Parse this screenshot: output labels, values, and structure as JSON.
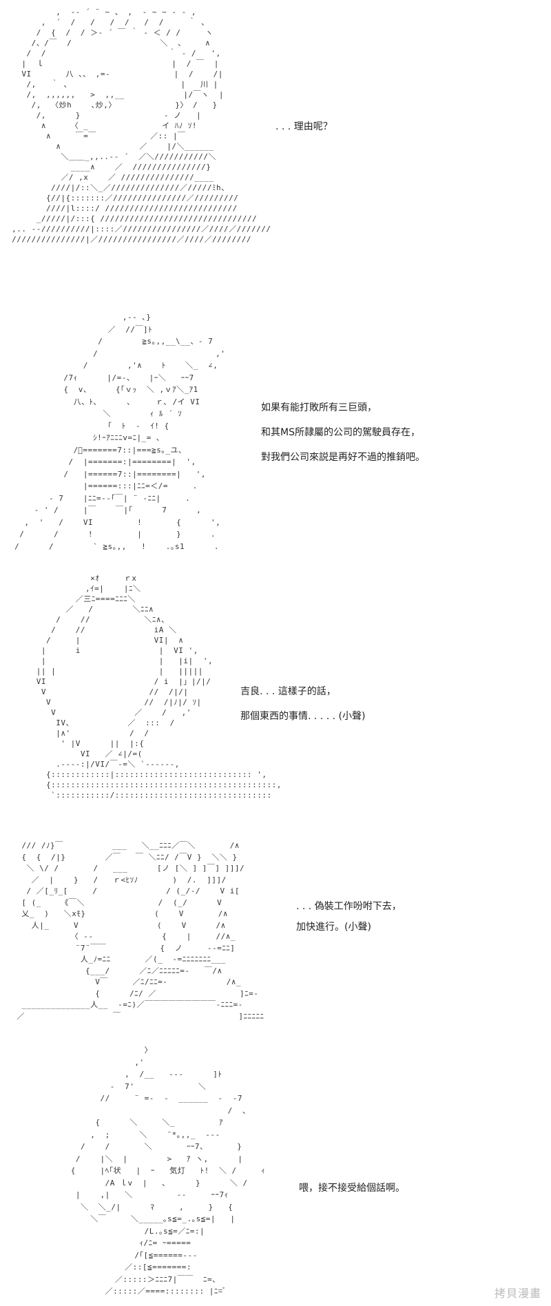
{
  "panels": [
    {
      "dialogue": [
        ". . . 理由呢？"
      ],
      "art": [
        "          ,  -‐ ´ ¨ ~ 、 ,  ‐ ~ ~ ‐ - ,",
        "       ,  ´  /   /   /  /   /  /     ｀ 、",
        "      /  {  /  / ＞‐ ´ ￣ ｀ ‐ ＜ / /     ヽ",
        "     /、/￣  /                  ＼  、    ∧",
        "    /  /                         ｀ ‐ /   ',",
        "   |  ｌ                          |  / ￣  |",
        "   VI       八 、、 ,=‐             |  /    /|",
        "    /,   ｀ ､                       |   川 |",
        "    /,  ,,,,,,   >  ,,__            |/￣ヽ  |",
        "     /,  〈炒h    ､炒,〉            }〉 /   }",
        "      /,      }                 - ノ   |",
        "       ∧     〈 _               イ ﾊﾉ ｿ!",
        "        ∧     ￣=￣           ／:: |￣",
        "          ∧                ／    |/＼______",
        "           ＼＿＿_,,..-‐ ´  ／＼///////////＼",
        "             ____∧    ／  ///////////////}",
        "           ／/ ,x    ／ ///////////////____",
        "         ////|/::＼_／//////////////／/////ﾐh、",
        "        {//|{:::::::／///////////////／/////////",
        "        ////|l::::/ ///////////////////////////",
        "      _/////|/:::{ ////////////////////////////////",
        " ,.. -‐//////////|::::／////////////////／////／///////",
        " ///////////////|／////////////////／////／////////"
      ]
    },
    {
      "dialogue": [
        "如果有能打敗所有三巨頭，",
        "和其MS所隷屬的公司的駕駛員存在，",
        "對我們公司來説是再好不過的推銷吧。"
      ],
      "art": [
        "                       ,‐‐ ､}",
        "                    ／  //￣]ﾄ",
        "                  /        ≧s｡,,__\\__、- 7",
        "                 /                        ,'",
        "               /        ,'∧    ﾄ    ＼_  ∠,",
        "           /7ｨ      |/=‐、   |ｰ＼   ｰｰ7",
        "           {  v、     {「ｖｯ  ＼ ,ｖｱ＼_ｱ1",
        "             八、ﾄ､      ､     ｒ､ /イ VI",
        "                   ＼        ｨ ﾙ ´ ｿ",
        "                    ｢  ﾄ  ‐  ｲ! {",
        "                 ｼ!ｰｱﾆﾆﾆv=ﾆ|_= ､",
        "             /ﾞ=======7::|===≧s｡_ユ、",
        "            /  |=======:|========|  ',",
        "           /   |======7::|========|   ',",
        "               |======:::|ﾆﾆ=＜/=     .",
        "        - 7    |ﾆﾆ=-‐｢￣| ¨ -ﾆﾆ|     .",
        "     - ' /     |￣    ￣|｢      7      ,",
        "   ,  '   /    VI         !       {      ',",
        "  /      /      !         |       }      .",
        " /      /        ` ≧s｡,,   !    .｡s1      ."
      ]
    },
    {
      "dialogue": [
        "吉良. . . 這樣子的話，",
        "那個東西的事情. . . . . (小聲)"
      ],
      "art": [
        "                 ×ｵ     ｒx",
        "                ,ｲ=|    |ﾆ＼",
        "              ／三ﾆ====ﾆﾆﾆ＼",
        "            ／   /        ＼ﾆﾆ∧",
        "          /    //           ＼ﾆ∧、",
        "         /    //              iA ＼",
        "        /     |               VI|  ∧",
        "       |      i                |  VI ',",
        "       |                       |   |i|  ',",
        "      || |                     |   |||||",
        "      VI                      / i  |」|/|/",
        "       V                     //  /|/|",
        "        V                   //  /|ﾉ|/ ｿ|",
        "         V                ／    /   ,'",
        "          IV、           ／  :::  /",
        "          |∧'            /  /",
        "           ' |V      ||  |:{",
        "               VI   ／ ∠|/=(",
        "          .-‐‐‐:|/VI/￣‐=＼ `‐-‐‐‐‐,",
        "        {::::::::::::|:::::::::::::::::::::::::::: ',",
        "        {::::::::::::::::::::::::::::::::::::::::::::::,",
        "         `:::::::::::/::::::::::::::::::::::::::::::::"
      ]
    },
    {
      "dialogue": [
        ". . . 偽裝工作吩咐下去，",
        "加快進行。(小聲)"
      ],
      "art": [
        "   /// /ﾉ}￣          ___   ＼__ﾆﾆﾆ／￣＼       /∧",
        "   {  {  /|}        ／￣   ￣ ＼ﾆﾆ/ /￣V }  ＼＼ }",
        "    ＼ \\/ /       /   ___      [ノ [＼ ] ]￣] ]]]/",
        "     ／  |    }   /   ｒ<ﾋｿﾉ       )  /.  ]]]/",
        "    / ／[_ﾘ_[     /              / (_/‐/    V i[",
        "   [ (_    《￣＼               /  (_/      V",
        "   乂_  )   ＼xﾓ}              (    V       /∧",
        "     人|_     V                (    V      /∧",
        "             〈 ‐‐              {    |     //∧_",
        "              ¨7¨￣￣           {  ノ     -‐=ﾆﾆ]",
        "               人_ﾉ=ﾆﾆ       ／(_  -=ﾆﾆﾆﾆﾆﾆﾆ___",
        "                {___/      ／ﾆ／ﾆﾆﾆﾆﾆ=-   ￣/∧",
        "                  V￣     ／ﾆ/ﾆﾆ=-            /∧_",
        "                  {      /ﾆ/ ／                 ]ﾆ=-",
        "   ______________人__  -=ﾆ)／￣￣￣￣￣￣￣￣￣‐ﾆﾆﾆ=-",
        "  ／                  ￣                        ]ﾆﾆﾆﾆﾆ"
      ]
    },
    {
      "dialogue": [
        "喂，接不接受給個話啊。"
      ],
      "art": [
        "                     〉",
        "                   ,'",
        "                 ,  /__   ‐‐‐      ]ﾄ",
        "              -  7'             ＼",
        "            //     ¨ =-  -  ______  -  ‐7",
        "                                      /  、",
        "           {      ＼     ＼_         ｱ",
        "          ,  ;      ＼    ¨*｡,,_  ‐‐‐",
        "        /    /       ＼       ｰｰ7、      }",
        "       /    |＼  |        >   ｱ ヽ,      |",
        "      {     |ﾍ｢状   |  ｰ   気灯   ﾄ!  ＼ /     ｨ",
        "             /A ｌv  |   ､      }      ＼ /",
        "       |    ,|   ＼         ‐‐     ｰｰ7ｨ",
        "        ＼  ＼_/|      ﾏ     ,     }   {",
        "          ＼￣     ＼_____｡s≦=_.｡s≦=|   |",
        "                     /L.｡s≦=／ﾆ=:|",
        "                    ｨ/ﾆ= ｰ=====",
        "                   /｢[≦======‐‐‐",
        "                 ／::[≦=======:",
        "               ／:::::＞ﾆﾆﾆ7|￣￣  ﾆ=、",
        "             ／:::::／====:::::::: |ﾆ=ﾞ"
      ]
    }
  ],
  "watermark": "拷貝漫畫"
}
